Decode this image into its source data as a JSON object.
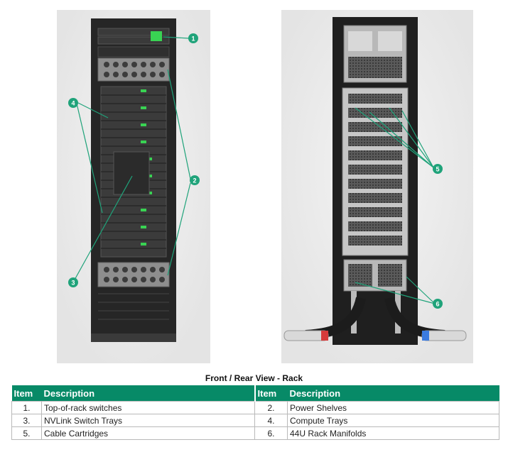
{
  "figure": {
    "callouts": [
      "1",
      "2",
      "3",
      "4",
      "5",
      "6"
    ],
    "colors": {
      "accent": "#078a67",
      "callout_line": "#1fa37a",
      "rack_frame": "#2b2b2b",
      "led_green": "#39d353",
      "coupling_red": "#d63b3b",
      "coupling_blue": "#3b7be0"
    }
  },
  "caption": "Front / Rear View - Rack",
  "table": {
    "headers": [
      "Item",
      "Description",
      "Item",
      "Description"
    ],
    "rows": [
      [
        {
          "item": "1.",
          "desc": "Top-of-rack switches"
        },
        {
          "item": "2.",
          "desc": "Power Shelves"
        }
      ],
      [
        {
          "item": "3.",
          "desc": "NVLink Switch Trays"
        },
        {
          "item": "4.",
          "desc": "Compute Trays"
        }
      ],
      [
        {
          "item": "5.",
          "desc": "Cable Cartridges"
        },
        {
          "item": "6.",
          "desc": "44U Rack Manifolds"
        }
      ]
    ]
  }
}
